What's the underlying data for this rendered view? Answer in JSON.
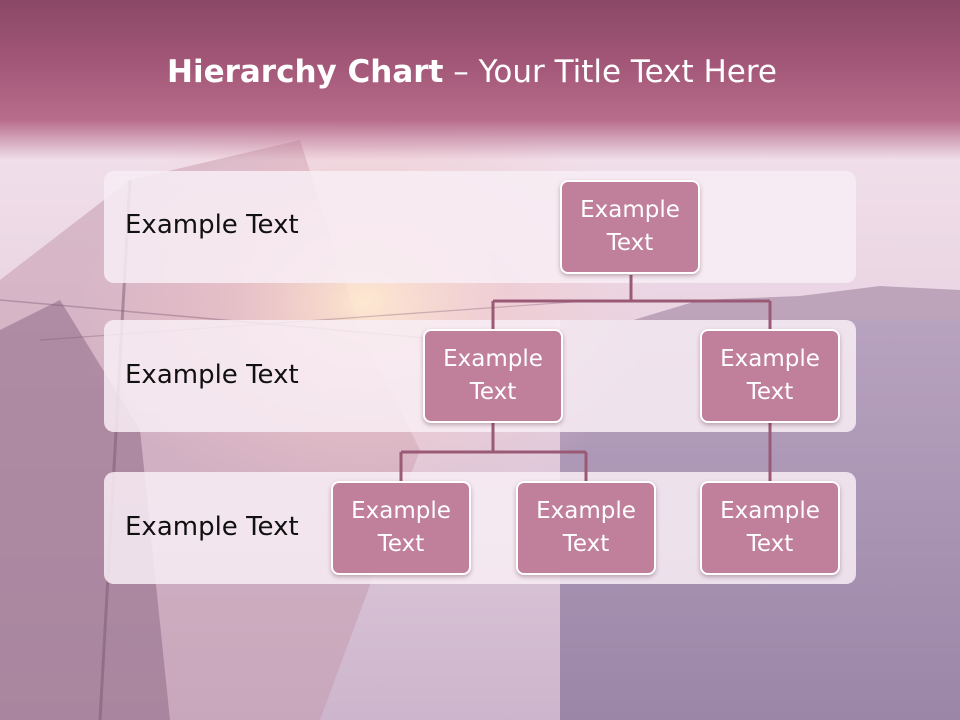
{
  "title": {
    "bold": "Hierarchy Chart",
    "rest": " – Your Title Text Here"
  },
  "levels": [
    {
      "label": "Example Text"
    },
    {
      "label": "Example Text"
    },
    {
      "label": "Example Text"
    }
  ],
  "nodes": {
    "root": "Example\nText",
    "l2_left": "Example\nText",
    "l2_right": "Example\nText",
    "l3_a": "Example\nText",
    "l3_b": "Example\nText",
    "l3_c": "Example\nText"
  },
  "colors": {
    "header": "#a25677",
    "node_fill": "#c07f9a",
    "connector": "#9a5a76",
    "band": "#f8eef4"
  }
}
